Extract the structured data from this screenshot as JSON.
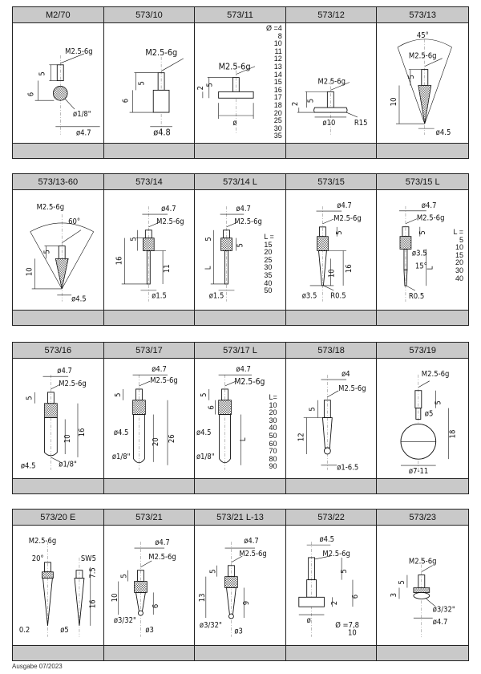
{
  "rows": [
    {
      "cells": [
        {
          "id": "M2/70",
          "labels": {
            "thread": "M2.5-6g",
            "h": "5",
            "total": "6",
            "ball": "ø1/8\"",
            "dia": "ø4.7"
          }
        },
        {
          "id": "573/10",
          "labels": {
            "thread": "M2.5-6g",
            "h": "5",
            "total": "6",
            "dia": "ø4.8"
          }
        },
        {
          "id": "573/11",
          "labels": {
            "thread": "M2.5-6g",
            "h": "5",
            "top": "2",
            "dia": "ø"
          },
          "list_head": "Ø =4",
          "list": [
            "8",
            "10",
            "11",
            "12",
            "13",
            "14",
            "15",
            "16",
            "17",
            "18",
            "20",
            "25",
            "30",
            "35"
          ]
        },
        {
          "id": "573/12",
          "labels": {
            "thread": "M2.5-6g",
            "h": "5",
            "total": "2",
            "dia": "ø10",
            "r": "R15"
          }
        },
        {
          "id": "573/13",
          "labels": {
            "angle": "45°",
            "thread": "M2.5-6g",
            "h": "5",
            "total": "10",
            "dia": "ø4.5"
          }
        }
      ]
    },
    {
      "cells": [
        {
          "id": "573/13-60",
          "labels": {
            "thread": "M2.5-6g",
            "angle": "60°",
            "h": "5",
            "total": "10",
            "dia": "ø4.5"
          }
        },
        {
          "id": "573/14",
          "labels": {
            "dia": "ø4.7",
            "thread": "M2.5-6g",
            "h": "5",
            "total": "16",
            "pin": "11",
            "pin_dia": "ø1.5"
          }
        },
        {
          "id": "573/14 L",
          "labels": {
            "dia": "ø4.7",
            "thread": "M2.5-6g",
            "h": "5",
            "five": "5",
            "len": "L",
            "pin_dia": "ø1.5"
          },
          "list_head": "L =",
          "list": [
            "15",
            "20",
            "25",
            "30",
            "35",
            "40",
            "50"
          ]
        },
        {
          "id": "573/15",
          "labels": {
            "dia": "ø4.7",
            "thread": "M2.5-6g",
            "h": "5",
            "total": "16",
            "inner": "10",
            "tip_dia": "ø3.5",
            "r": "R0.5"
          }
        },
        {
          "id": "573/15 L",
          "labels": {
            "dia": "ø4.7",
            "thread": "M2.5-6g",
            "h": "5",
            "len": "L",
            "angle": "15°",
            "d2": "ø3.5",
            "r": "R0.5"
          },
          "list_head": "L =",
          "list": [
            "5",
            "10",
            "15",
            "20",
            "30",
            "40"
          ]
        }
      ]
    },
    {
      "cells": [
        {
          "id": "573/16",
          "labels": {
            "dia": "ø4.7",
            "thread": "M2.5-6g",
            "h": "5",
            "inner": "10",
            "total": "16",
            "ball": "ø1/8\"",
            "dia2": "ø4.5"
          }
        },
        {
          "id": "573/17",
          "labels": {
            "dia": "ø4.7",
            "thread": "M2.5-6g",
            "h": "5",
            "dia2": "ø4.5",
            "inner": "20",
            "total": "26",
            "ball": "ø1/8\""
          }
        },
        {
          "id": "573/17 L",
          "labels": {
            "dia": "ø4.7",
            "thread": "M2.5-6g",
            "h": "5",
            "six": "6",
            "dia2": "ø4.5",
            "len": "L",
            "ball": "ø1/8\""
          },
          "list_head": "L=",
          "list": [
            "10",
            "20",
            "30",
            "40",
            "50",
            "60",
            "70",
            "80",
            "90"
          ]
        },
        {
          "id": "573/18",
          "labels": {
            "dia": "ø4",
            "thread": "M2.5-6g",
            "h": "5",
            "total": "12",
            "ball": "ø1-6.5"
          }
        },
        {
          "id": "573/19",
          "labels": {
            "thread": "M2.5-6g",
            "h": "5",
            "dia": "ø5",
            "total": "18",
            "ball": "ø7-11"
          }
        }
      ]
    },
    {
      "cells": [
        {
          "id": "573/20 E",
          "labels": {
            "thread": "M2.5-6g",
            "angle": "20°",
            "sw": "SW5",
            "h1": "7.5",
            "h2": "16",
            "tip": "0.2",
            "dia": "ø5"
          }
        },
        {
          "id": "573/21",
          "labels": {
            "dia": "ø4.7",
            "thread": "M2.5-6g",
            "h": "5",
            "total": "10",
            "six": "6",
            "ball": "ø3/32\"",
            "d2": "ø3"
          }
        },
        {
          "id": "573/21 L-13",
          "labels": {
            "dia": "ø4.7",
            "thread": "M2.5-6g",
            "h": "5",
            "total": "13",
            "nine": "9",
            "ball": "ø3/32\"",
            "d2": "ø3"
          }
        },
        {
          "id": "573/22",
          "labels": {
            "dia": "ø4.5",
            "thread": "M2.5-6g",
            "h": "5",
            "two": "2",
            "six": "6",
            "dia2": "ø",
            "list_text": "Ø =7,8",
            "list_text2": "10"
          }
        },
        {
          "id": "573/23",
          "labels": {
            "thread": "M2.5-6g",
            "h": "5",
            "three": "3",
            "ball": "ø3/32\"",
            "dia": "ø4.7"
          }
        }
      ]
    }
  ],
  "footer_note": "Ausgabe 07/2023",
  "colors": {
    "header_bg": "#c9c9c9",
    "line": "#111111"
  }
}
